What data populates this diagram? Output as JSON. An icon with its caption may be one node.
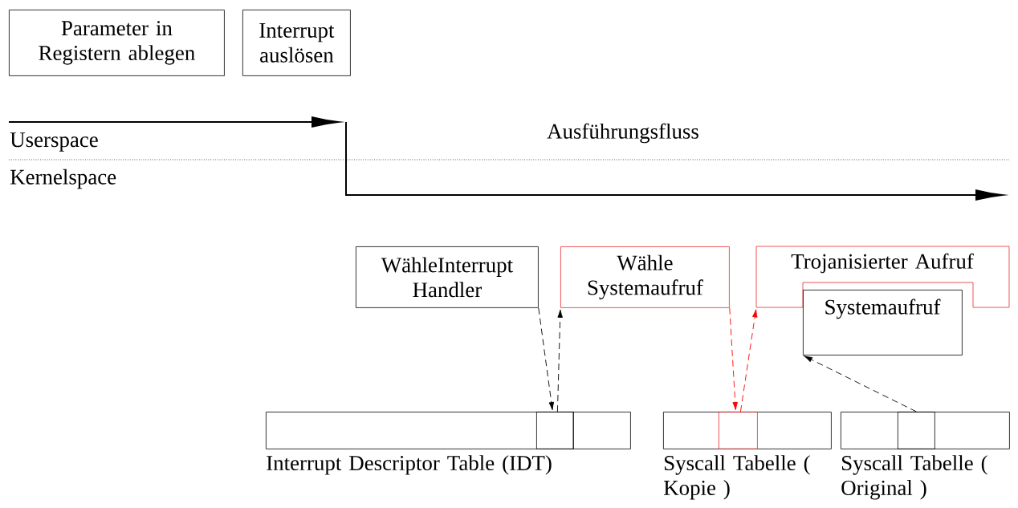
{
  "diagram": {
    "nodes": [
      {
        "text": [
          "Parameter in Registern ablegen"
        ]
      },
      {
        "text": [
          "Interrupt auslösen"
        ]
      },
      {
        "text": [
          "WähleInterrupt Handler"
        ]
      },
      {
        "text": [
          "Wähle Systemaufruf"
        ]
      },
      {
        "text": [
          "Trojanisierter Aufruf"
        ]
      },
      {
        "text": [
          "Systemaufruf"
        ]
      },
      {
        "text": [
          "Interrupt Descriptor Table (IDT)"
        ]
      },
      {
        "text": [],
        "shape": "box",
        "in": 6
      },
      {
        "text": [
          "Syscall Tabelle ( Kopie )"
        ]
      },
      {
        "text": [],
        "shape": "box",
        "in": 8
      },
      {
        "text": [
          "Syscall Tabelle ( Original )"
        ]
      },
      {
        "text": [],
        "shape": "box",
        "in": 10
      }
    ],
    "edges": [
      {
        "from": 2,
        "to": 7,
        "arrow": "to",
        "style": "dashed"
      },
      {
        "from": 7,
        "to": 3,
        "arrow": "to",
        "style": "dashed"
      },
      {
        "from": 3,
        "to": 9,
        "arrow": "to",
        "style": "dashed",
        "color": "#ff0000"
      },
      {
        "from": 9,
        "to": 4,
        "arrow": "to",
        "style": "dashed",
        "color": "#ff0000"
      },
      {
        "from": 11,
        "to": 5,
        "arrow": "to",
        "style": "dashed"
      }
    ],
    "labels": [
      "Userspace",
      "Ausführungsfluss",
      "Kernelspace"
    ]
  }
}
